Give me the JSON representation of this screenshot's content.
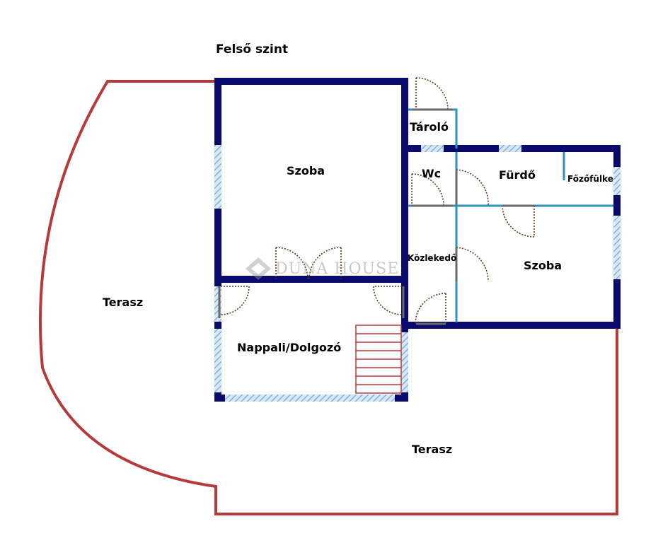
{
  "title": "Felső szint",
  "rooms": {
    "szoba_top": "Szoba",
    "taroló": "Tároló",
    "wc": "Wc",
    "furdo": "Fürdő",
    "fozofulke": "Főzőfülke",
    "kozlekedo": "Közlekedő",
    "szoba_right": "Szoba",
    "nappali": "Nappali/Dolgozó",
    "terasz_left": "Terasz",
    "terasz_bottom": "Terasz"
  },
  "watermark": "DUNA HOUSE",
  "colors": {
    "wall": "#0a0a6e",
    "inner_wall": "#2a93c0",
    "terrace_outline": "#b73a3a",
    "window": "#9cc4e6",
    "door_arc": "#5a3a1a",
    "stairs": "#b73a3a"
  }
}
